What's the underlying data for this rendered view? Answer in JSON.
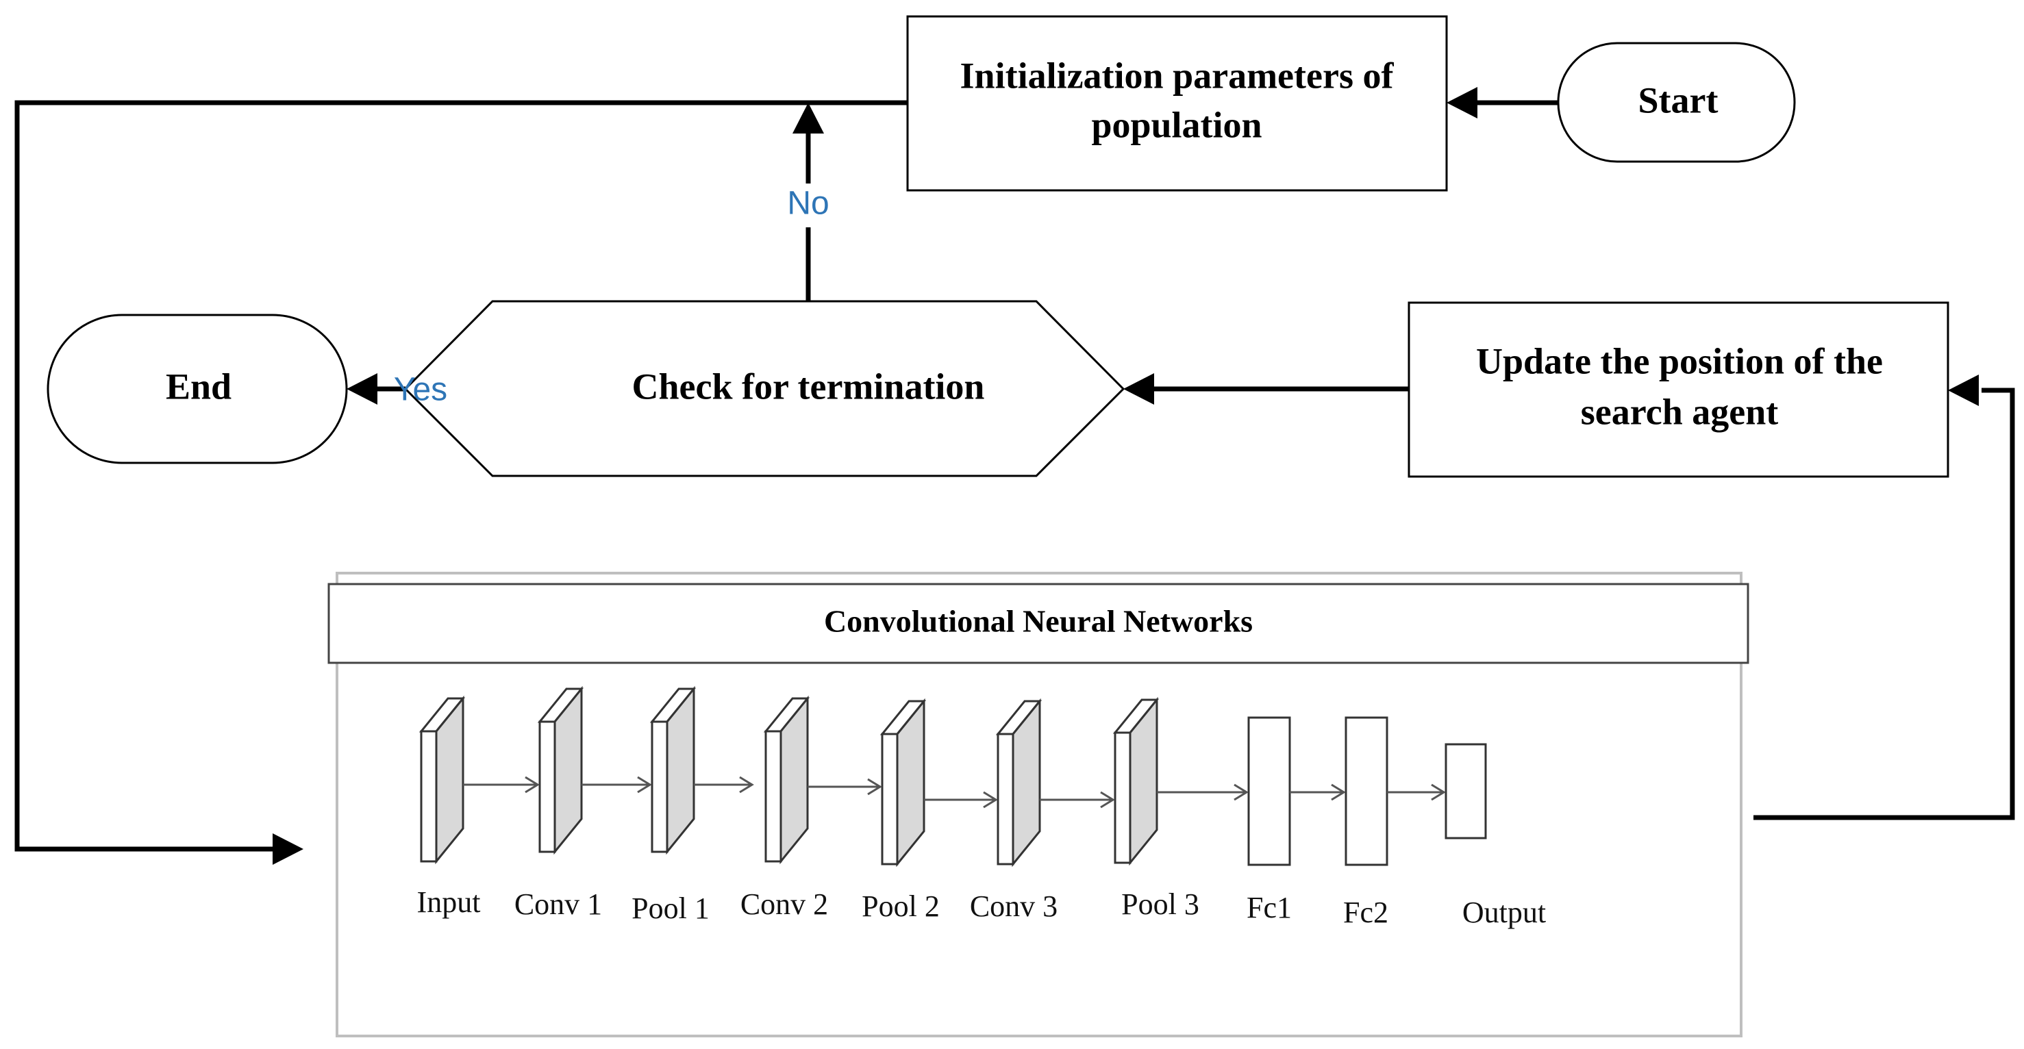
{
  "flow": {
    "start": "Start",
    "init_line1": "Initialization parameters of",
    "init_line2": "population",
    "check": "Check for termination",
    "end": "End",
    "update_line1": "Update the position of the",
    "update_line2": "search agent",
    "no_label": "No",
    "yes_label": "Yes"
  },
  "cnn": {
    "title": "Convolutional Neural Networks",
    "layers": [
      "Input",
      "Conv 1",
      "Pool 1",
      "Conv 2",
      "Pool 2",
      "Conv 3",
      "Pool 3",
      "Fc1",
      "Fc2",
      "Output"
    ]
  },
  "colors": {
    "line": "#000000",
    "branch_label": "#2e75b6",
    "layer_face": "#d9d9d9",
    "panel_border": "#bfbfbf"
  }
}
